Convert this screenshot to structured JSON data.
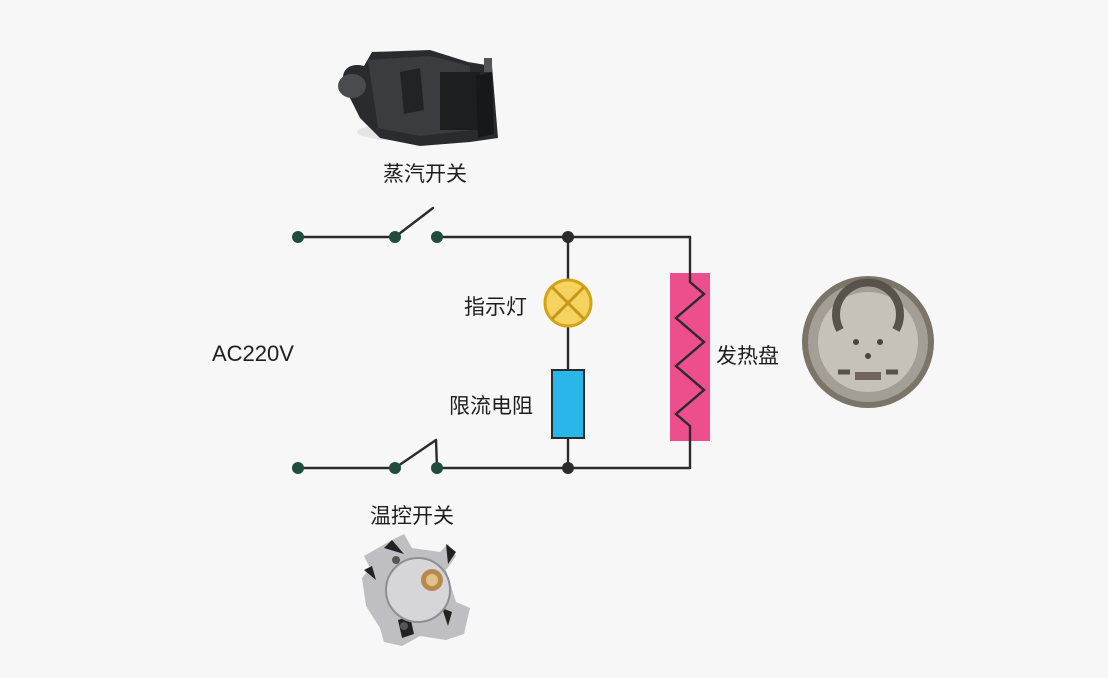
{
  "labels": {
    "steam_switch": "蒸汽开关",
    "indicator_lamp": "指示灯",
    "current_limit_resistor": "限流电阻",
    "heating_plate": "发热盘",
    "thermostat_switch": "温控开关",
    "power_source": "AC220V"
  },
  "colors": {
    "wire": "#2b2b2b",
    "terminal": "#1f4d3a",
    "lamp_fill": "#f4d35e",
    "lamp_stroke": "#d4a418",
    "resistor_fill": "#29b6e8",
    "heater_fill": "#ec4f8c",
    "background": "#f7f7f8"
  },
  "icons": {
    "steam_switch_photo": "steam-switch-photo",
    "heating_plate_photo": "heating-plate-photo",
    "thermostat_photo": "thermostat-photo"
  }
}
